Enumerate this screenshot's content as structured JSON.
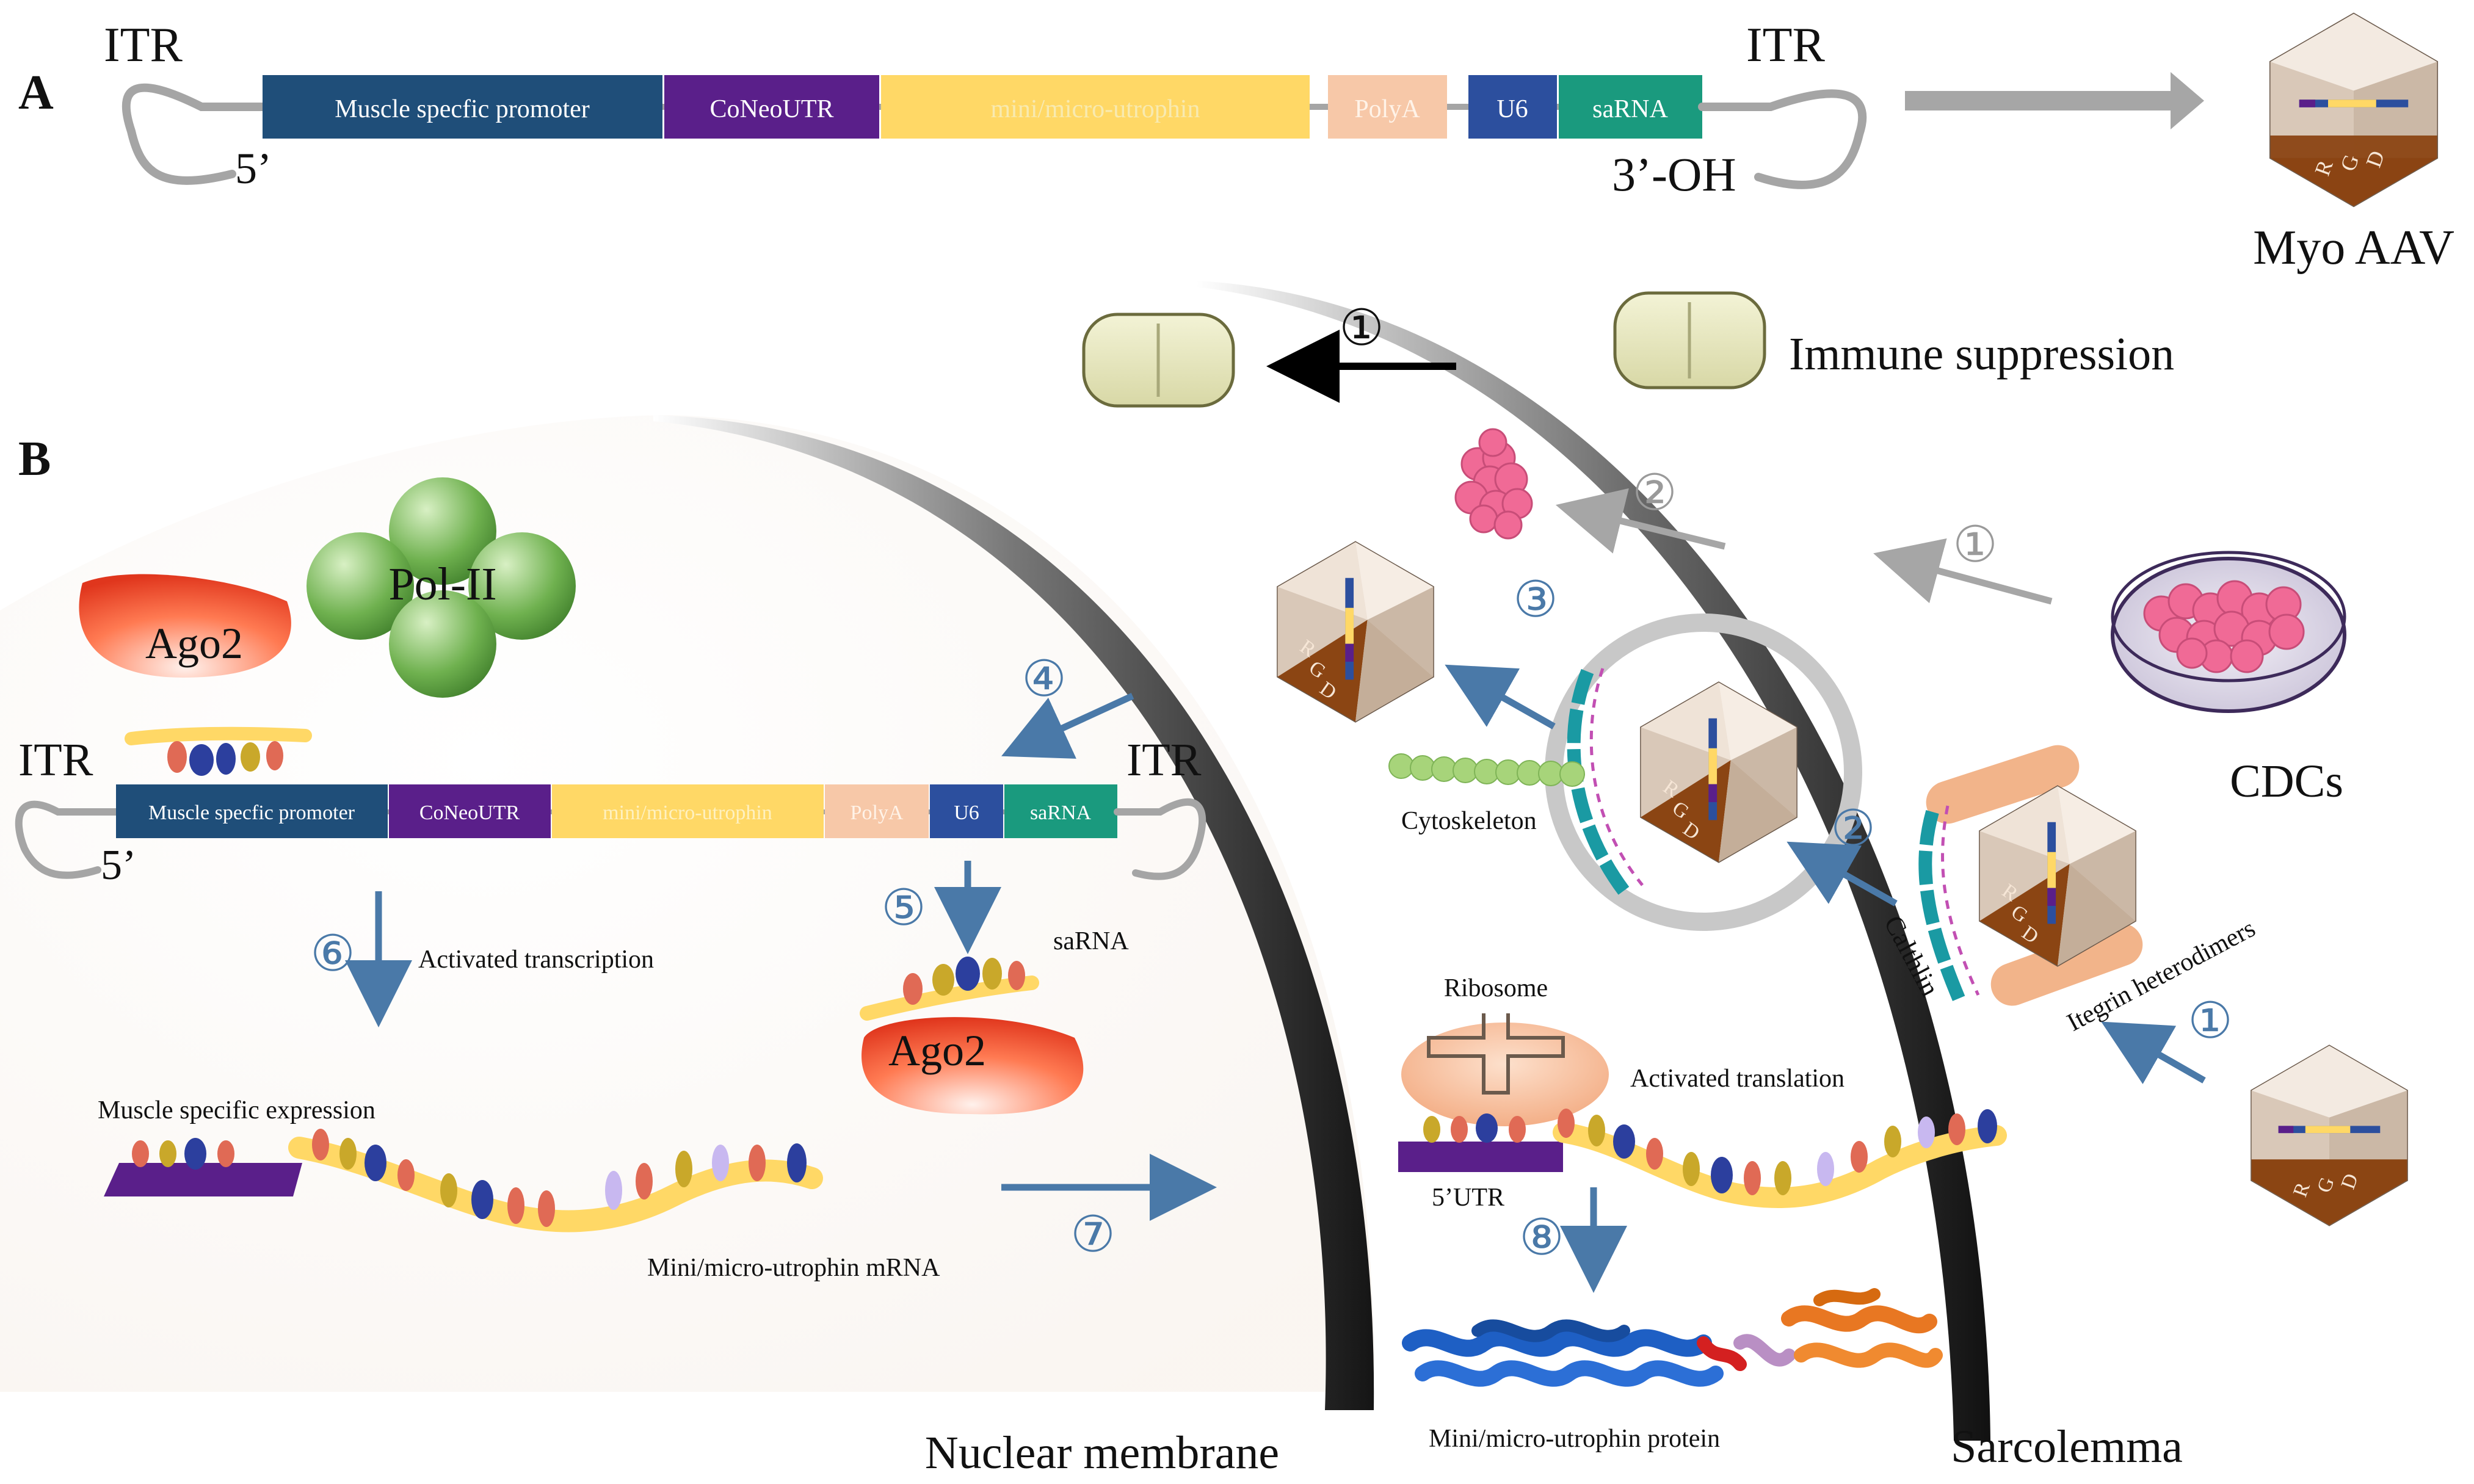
{
  "panel_a": {
    "label": "A",
    "itr_left": "ITR",
    "itr_right": "ITR",
    "end5": "5’",
    "end3": "3’-OH",
    "segments": {
      "promoter": "Muscle specfic promoter",
      "coneoutr": "CoNeoUTR",
      "utrophin": "mini/micro-utrophin",
      "polya": "PolyA",
      "u6": "U6",
      "sarna": "saRNA"
    },
    "vector_label": "Myo AAV",
    "capsid_letters": [
      "R",
      "G",
      "D"
    ]
  },
  "panel_b": {
    "label": "B",
    "itr_left": "ITR",
    "itr_right": "ITR",
    "end5": "5’",
    "segments": {
      "promoter": "Muscle specfic promoter",
      "coneoutr": "CoNeoUTR",
      "utrophin": "mini/micro-utrophin",
      "polya": "PolyA",
      "u6": "U6",
      "sarna": "saRNA"
    },
    "ago2_top": "Ago2",
    "pol2": "Pol-II",
    "ago2_bottom": "Ago2",
    "sarna_label": "saRNA",
    "activated_transcription": "Activated transcription",
    "muscle_specific_expression": "Muscle specific expression",
    "mrna_label": "Mini/micro-utrophin mRNA",
    "nuclear_membrane": "Nuclear membrane",
    "sarcolemma": "Sarcolemma",
    "immune_suppression": "Immune suppression",
    "cdcs": "CDCs",
    "cytoskeleton": "Cytoskeleton",
    "calthlin": "Calthlin",
    "integrin": "Itegrin heterodimers",
    "ribosome": "Ribosome",
    "activated_translation": "Activated translation",
    "utr5": "5’UTR",
    "protein_label": "Mini/micro-utrophin protein",
    "capsid_letters": [
      "R",
      "G",
      "D"
    ],
    "steps": {
      "s1": "①",
      "s2": "②",
      "s3": "③",
      "s4": "④",
      "s5": "⑤",
      "s6": "⑥",
      "s7": "⑦",
      "s8": "⑧"
    }
  },
  "colors": {
    "promoter": "#1f4e79",
    "coneoutr": "#5a1f8a",
    "utrophin": "#ffd866",
    "polya": "#f7c8a8",
    "u6": "#2c4f9e",
    "sarna": "#1a9a7e",
    "arrow_blue": "#4a79a8",
    "arrow_grey": "#a6a6a6",
    "capsid_brown": "#8b4513"
  }
}
